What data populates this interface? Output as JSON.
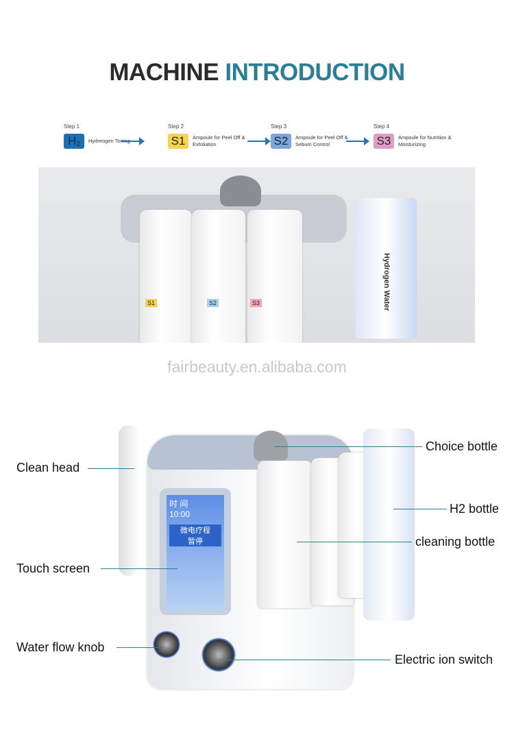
{
  "title": {
    "part1": "MACHINE",
    "part2": "INTRODUCTION"
  },
  "steps": [
    {
      "step": "Step 1",
      "badge": "H",
      "sub": "2",
      "text": "Hydreogen Toning",
      "color": "#1f6fb5"
    },
    {
      "step": "Step 2",
      "badge": "S1",
      "text": "Ampoule for Peel Off & Exfoliation",
      "color": "#f5d34f"
    },
    {
      "step": "Step 3",
      "badge": "S2",
      "text": "Ampoule for Peel Off & Sebum Control",
      "color": "#7ba7e0"
    },
    {
      "step": "Step 4",
      "badge": "S3",
      "text": "Ampoule for Nutrition & Moisturizing",
      "color": "#e09bc7"
    }
  ],
  "photo": {
    "bottle_labels": [
      "S1",
      "S2",
      "S3"
    ],
    "h2_text": "Hydrogen Water"
  },
  "watermark": "fairbeauty.en.alibaba.com",
  "screen": {
    "line1": "时 间",
    "time": "10:00",
    "line2": "微电疗程",
    "line3": "暂停"
  },
  "callouts": {
    "clean_head": "Clean head",
    "touch_screen": "Touch screen",
    "water_flow_knob": "Water flow knob",
    "choice_bottle": "Choice bottle",
    "h2_bottle": "H2 bottle",
    "cleaning_bottle": "cleaning bottle",
    "electric_ion_switch": "Electric ion switch"
  }
}
